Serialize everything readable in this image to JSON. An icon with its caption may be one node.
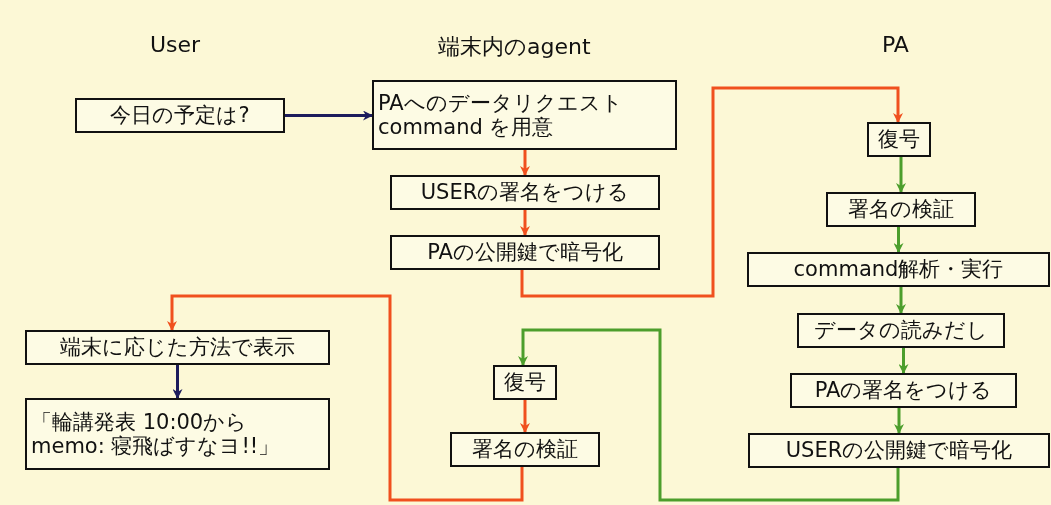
{
  "diagram": {
    "nodes": [
      {
        "text": [
          "今日の予定は?"
        ]
      },
      {
        "text": [
          "PAへのデータリクエスト command を用意"
        ]
      },
      {
        "text": [
          "USERの署名をつける"
        ]
      },
      {
        "text": [
          "PAの公開鍵で暗号化"
        ]
      },
      {
        "text": [
          "復号"
        ]
      },
      {
        "text": [
          "署名の検証"
        ]
      },
      {
        "text": [
          "command解析・実行"
        ]
      },
      {
        "text": [
          "データの読みだし"
        ]
      },
      {
        "text": [
          "PAの署名をつける"
        ]
      },
      {
        "text": [
          "USERの公開鍵で暗号化"
        ]
      },
      {
        "text": [
          "復号"
        ]
      },
      {
        "text": [
          "署名の検証"
        ]
      },
      {
        "text": [
          "端末に応じた方法で表示"
        ]
      },
      {
        "text": [
          "「輪講発表 10:00から memo: 寝飛ばすなヨ!!」"
        ]
      }
    ],
    "edges": [
      {
        "from": 0,
        "to": 1,
        "arrow": "to",
        "color": "#1c1c5c"
      },
      {
        "from": 1,
        "to": 2,
        "arrow": "to",
        "color": "#f0501e"
      },
      {
        "from": 2,
        "to": 3,
        "arrow": "to",
        "color": "#f0501e"
      },
      {
        "from": 3,
        "to": 4,
        "arrow": "to",
        "color": "#f0501e"
      },
      {
        "from": 4,
        "to": 5,
        "arrow": "to"
      },
      {
        "from": 5,
        "to": 6,
        "arrow": "to"
      },
      {
        "from": 6,
        "to": 7,
        "arrow": "to"
      },
      {
        "from": 7,
        "to": 8,
        "arrow": "to"
      },
      {
        "from": 8,
        "to": 9,
        "arrow": "to"
      },
      {
        "from": 9,
        "to": 10,
        "arrow": "to"
      },
      {
        "from": 10,
        "to": 11,
        "arrow": "to",
        "color": "#f0501e"
      },
      {
        "from": 11,
        "to": 12,
        "arrow": "to",
        "color": "#f0501e"
      },
      {
        "from": 12,
        "to": 13,
        "arrow": "to",
        "color": "#1c1c5c"
      }
    ],
    "labels": [
      "User",
      "端末内のagent",
      "PA"
    ]
  }
}
